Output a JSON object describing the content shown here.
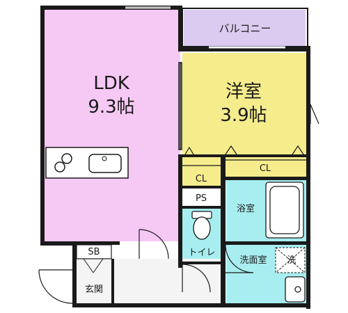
{
  "rooms": {
    "ldk": {
      "name": "LDK",
      "size": "9.3帖"
    },
    "western": {
      "name": "洋室",
      "size": "3.9帖"
    },
    "balcony": "バルコニー",
    "closet_left": "CL",
    "closet_right": "CL",
    "pipe_space": "PS",
    "bathroom": "浴室",
    "toilet": "トイレ",
    "washroom": "洗面室",
    "washer": "洗",
    "shoe_box": "SB",
    "entrance": "玄関"
  },
  "colors": {
    "ldk": "#f6c8f4",
    "western": "#f5ec8c",
    "balcony": "#dccbf0",
    "wet_area": "#a8eef0",
    "wall": "#1a1a1a",
    "fixture": "#555555"
  }
}
